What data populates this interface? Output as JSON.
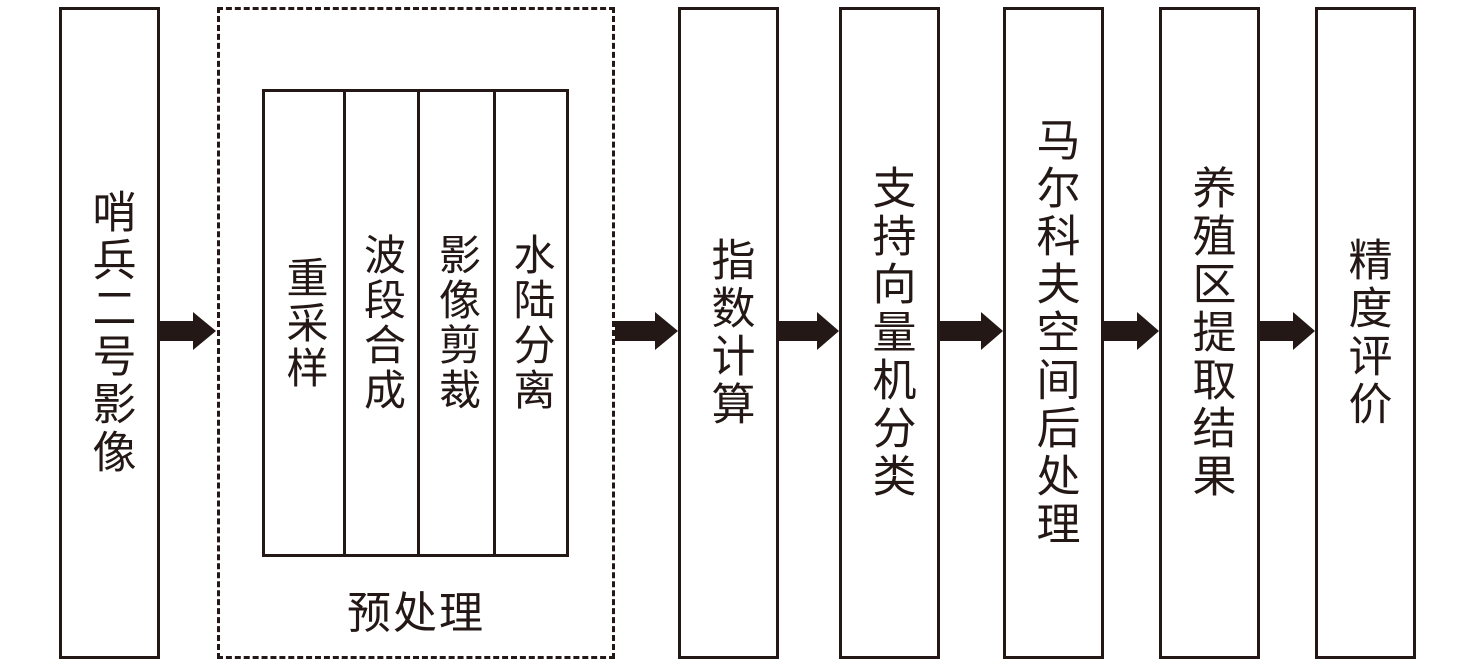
{
  "diagram": {
    "nodes": {
      "source": "哨兵二号影像",
      "preprocess_label": "预处理",
      "preprocess_steps": [
        "重采样",
        "波段合成",
        "影像剪裁",
        "水陆分离"
      ],
      "index": "指数计算",
      "svm": "支持向量机分类",
      "markov": "马尔科夫空间后处理",
      "result": "养殖区提取结果",
      "accuracy": "精度评价"
    },
    "colors": {
      "stroke": "#231815",
      "background": "#ffffff"
    }
  }
}
